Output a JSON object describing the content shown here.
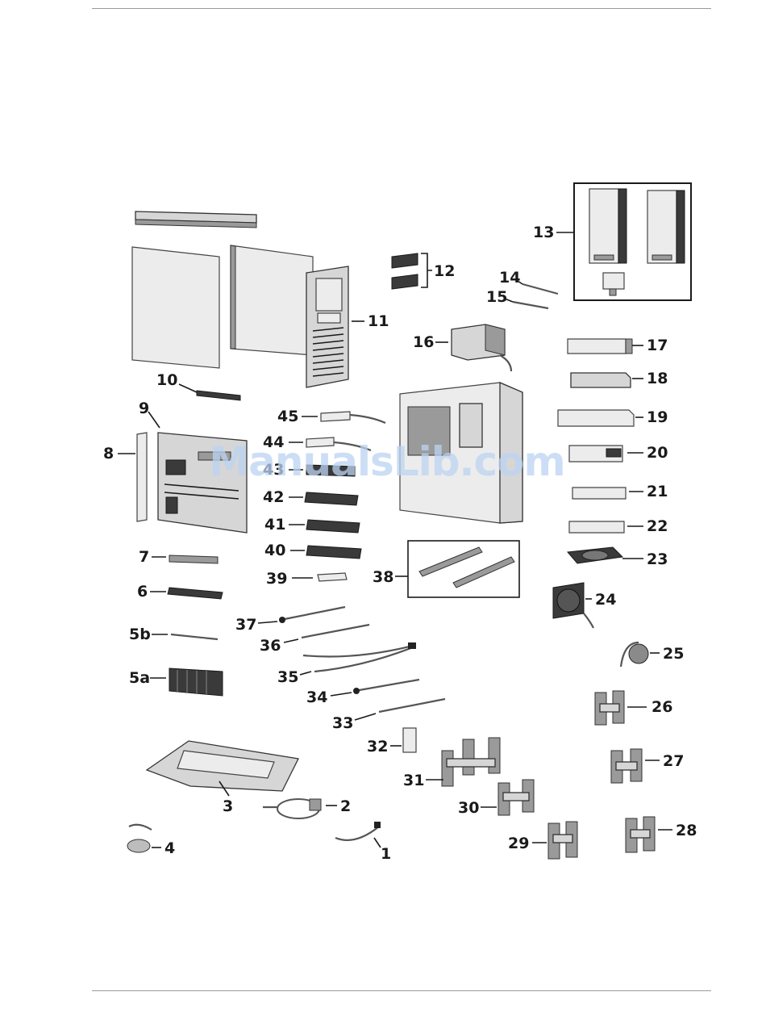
{
  "labels": {
    "l1": "1",
    "l2": "2",
    "l3": "3",
    "l4": "4",
    "l5a": "5a",
    "l5b": "5b",
    "l6": "6",
    "l7": "7",
    "l8": "8",
    "l9": "9",
    "l10": "10",
    "l11": "11",
    "l12": "12",
    "l13": "13",
    "l14": "14",
    "l15": "15",
    "l16": "16",
    "l17": "17",
    "l18": "18",
    "l19": "19",
    "l20": "20",
    "l21": "21",
    "l22": "22",
    "l23": "23",
    "l24": "24",
    "l25": "25",
    "l26": "26",
    "l27": "27",
    "l28": "28",
    "l29": "29",
    "l30": "30",
    "l31": "31",
    "l32": "32",
    "l33": "33",
    "l34": "34",
    "l35": "35",
    "l36": "36",
    "l37": "37",
    "l38": "38",
    "l39": "39",
    "l40": "40",
    "l41": "41",
    "l42": "42",
    "l43": "43",
    "l44": "44",
    "l45": "45"
  },
  "watermark": "ManualsLib.com",
  "colors": {
    "ink": "#1a1a1a",
    "part": "#d6d6d6",
    "watermark": "#bcd4f2"
  }
}
